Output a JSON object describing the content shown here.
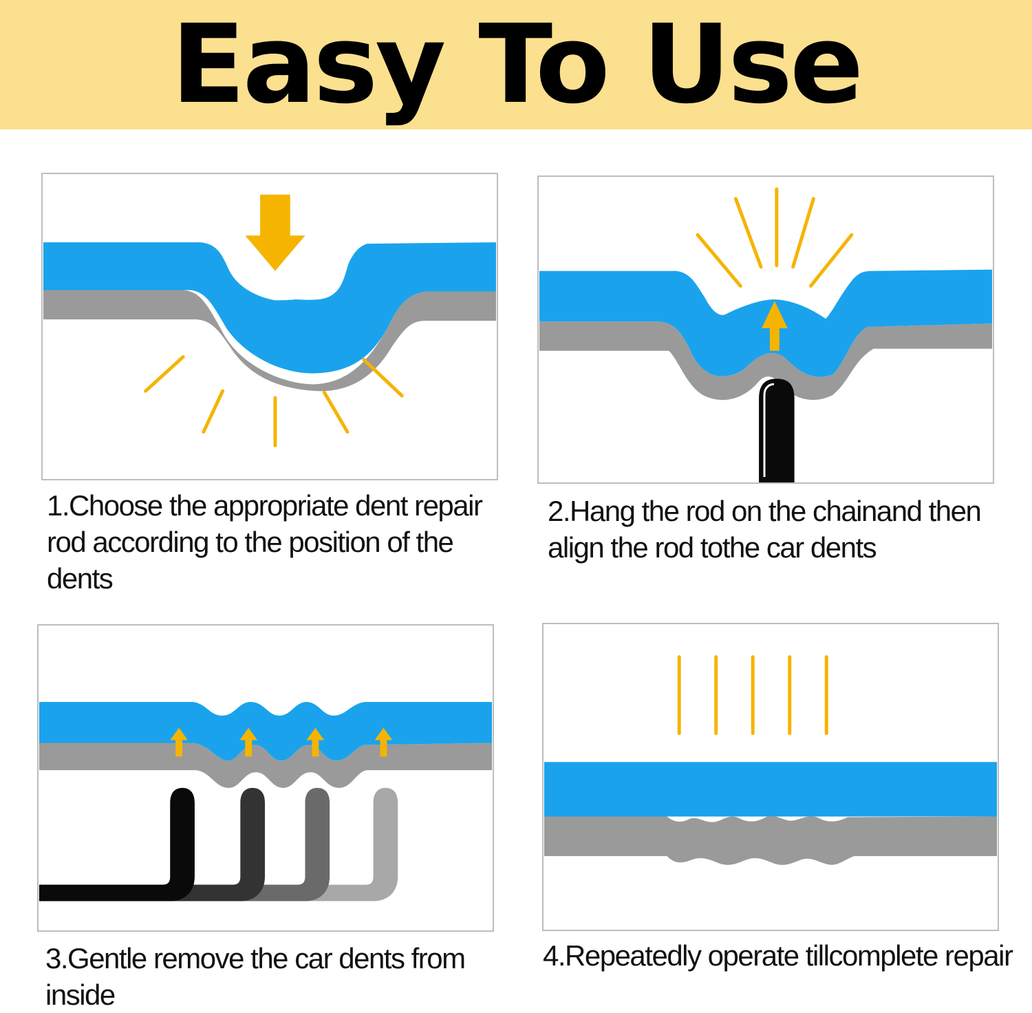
{
  "header": {
    "title": "Easy To Use"
  },
  "colors": {
    "banner": "#fbe08f",
    "paint": "#1aa3ec",
    "metal": "#9a9a9a",
    "accent": "#f5b400",
    "rod": "#0a0a0a"
  },
  "steps": [
    {
      "caption": "1.Choose the appropriate dent repair rod according to the position of the dents"
    },
    {
      "caption": "2.Hang the rod on the chainand then align the rod tothe car dents"
    },
    {
      "caption": "3.Gentle remove the car dents from inside"
    },
    {
      "caption": "4.Repeatedly operate tillcomplete repair"
    }
  ]
}
